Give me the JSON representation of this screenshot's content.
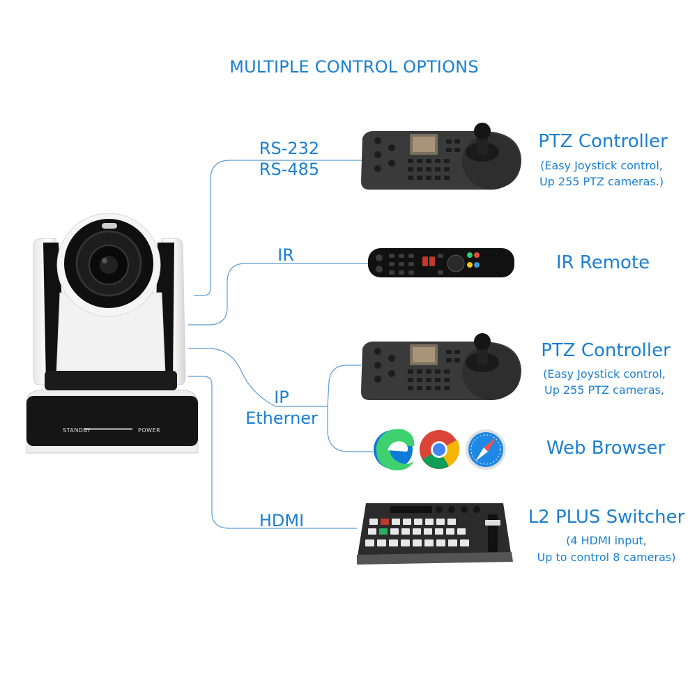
{
  "title": "MULTIPLE CONTROL OPTIONS",
  "camera": {
    "standby_label": "STANDBY",
    "power_label": "POWER"
  },
  "connections": {
    "rs232": "RS-232",
    "rs485": "RS-485",
    "ir": "IR",
    "ip": "IP",
    "ethernet": "Etherner",
    "hdmi": "HDMI"
  },
  "devices": {
    "ptz1": {
      "name": "PTZ Controller",
      "sub1": "(Easy Joystick control,",
      "sub2": "Up 255 PTZ cameras.)"
    },
    "ir": {
      "name": "IR Remote"
    },
    "ptz2": {
      "name": "PTZ Controller",
      "sub1": "(Easy Joystick control,",
      "sub2": "Up 255 PTZ cameras,"
    },
    "web": {
      "name": "Web Browser"
    },
    "switcher": {
      "name": "L2 PLUS Switcher",
      "sub1": "(4 HDMI input,",
      "sub2": "Up to control 8 cameras)"
    }
  },
  "colors": {
    "accent": "#1a7fd0",
    "line": "#5b9bd5"
  },
  "icons": [
    "edge-browser-icon",
    "chrome-browser-icon",
    "safari-browser-icon"
  ]
}
